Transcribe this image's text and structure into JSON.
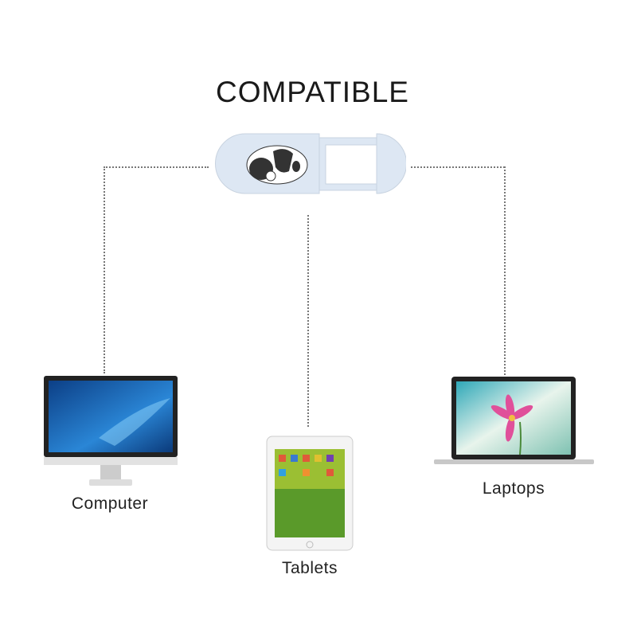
{
  "title": "COMPATIBLE",
  "devices": [
    {
      "label": "Computer"
    },
    {
      "label": "Tablets"
    },
    {
      "label": "Laptops"
    }
  ],
  "colors": {
    "cover": "#dde7f3",
    "screen_blue": "#1f6fc0",
    "text": "#222222"
  }
}
